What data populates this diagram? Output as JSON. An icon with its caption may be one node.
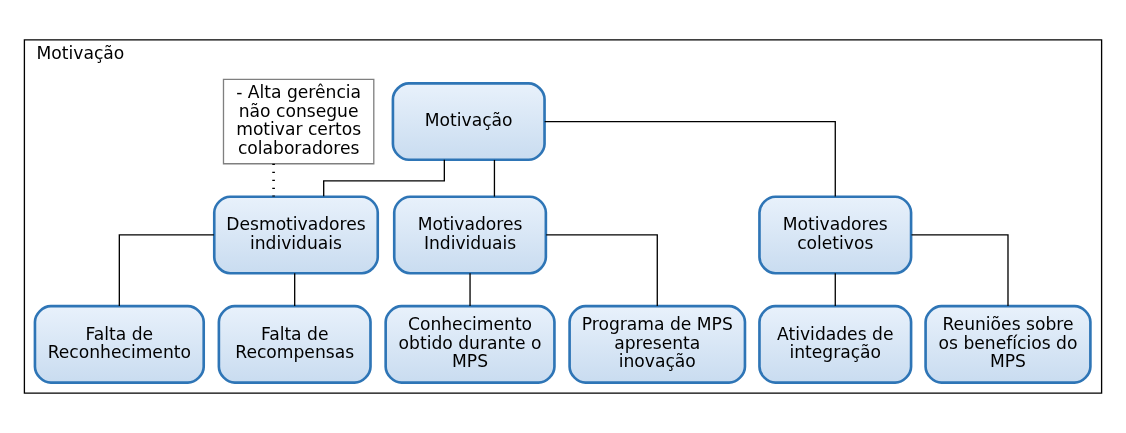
{
  "diagram": {
    "nodes": [
      {
        "text": [
          "Motivação"
        ]
      },
      {
        "text": [
          "Motivação"
        ],
        "in": 0
      },
      {
        "text": [
          "- Alta gerência não consegue motivar certos colaboradores"
        ],
        "in": 0
      },
      {
        "text": [
          "Desmotivadores individuais"
        ],
        "in": 0
      },
      {
        "text": [
          "Motivadores Individuais"
        ],
        "in": 0
      },
      {
        "text": [
          "Motivadores coletivos"
        ],
        "in": 0
      },
      {
        "text": [
          "Falta de Reconhecimento"
        ],
        "in": 0
      },
      {
        "text": [
          "Falta de Recompensas"
        ],
        "in": 0
      },
      {
        "text": [
          "Conhecimento obtido durante o MPS"
        ],
        "in": 0
      },
      {
        "text": [
          "Programa de MPS apresenta inovação"
        ],
        "in": 0
      },
      {
        "text": [
          "Atividades de integração"
        ],
        "in": 0
      },
      {
        "text": [
          "Reuniões sobre os benefícios do MPS"
        ],
        "in": 0
      }
    ],
    "edges": [
      {
        "from": 1,
        "to": 3,
        "arrow": "none"
      },
      {
        "from": 1,
        "to": 4,
        "arrow": "none"
      },
      {
        "from": 1,
        "to": 5,
        "arrow": "none"
      },
      {
        "from": 2,
        "to": 3,
        "arrow": "none",
        "style": "dashed"
      },
      {
        "from": 3,
        "to": 6,
        "arrow": "none"
      },
      {
        "from": 3,
        "to": 7,
        "arrow": "none"
      },
      {
        "from": 4,
        "to": 8,
        "arrow": "none"
      },
      {
        "from": 4,
        "to": 9,
        "arrow": "none"
      },
      {
        "from": 5,
        "to": 10,
        "arrow": "none"
      },
      {
        "from": 5,
        "to": 11,
        "arrow": "none"
      }
    ]
  }
}
